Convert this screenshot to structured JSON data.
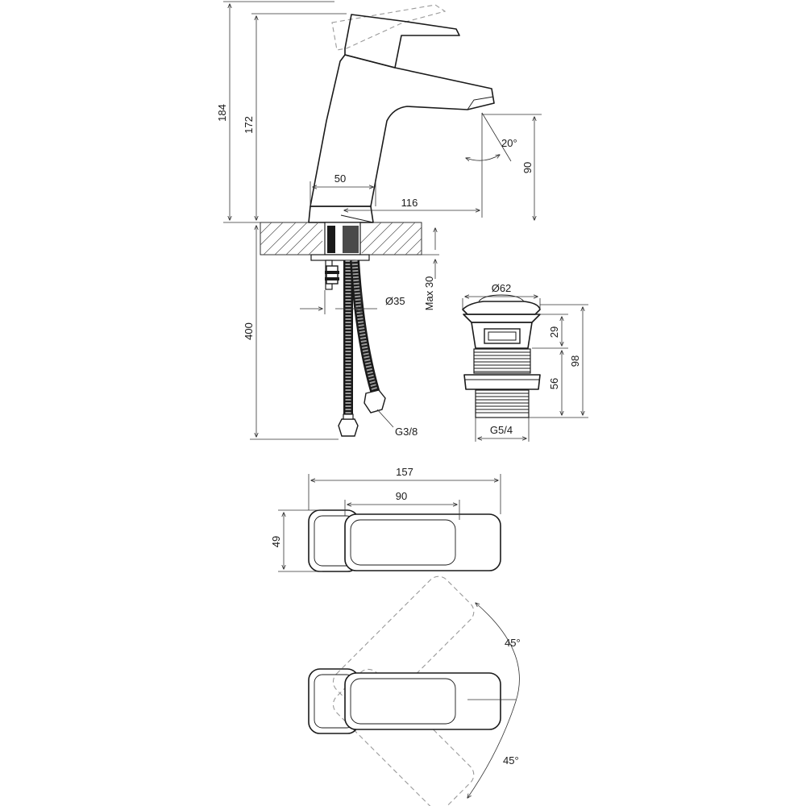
{
  "faucet_side": {
    "height_total": "184",
    "height_spout": "172",
    "spout_clearance": "90",
    "spout_angle": "20°",
    "base_width": "50",
    "spout_reach": "116",
    "hose_length": "400",
    "deck_max": "Max 30",
    "hole_diameter": "Ø35",
    "hose_thread": "G3/8"
  },
  "waste_valve": {
    "cap_diameter": "Ø62",
    "upper_height": "29",
    "lower_height": "56",
    "total_height": "98",
    "thread": "G5/4"
  },
  "top_view": {
    "length": "157",
    "handle_length": "90",
    "width": "49"
  },
  "rotation_view": {
    "angle_up": "45°",
    "angle_down": "45°"
  }
}
